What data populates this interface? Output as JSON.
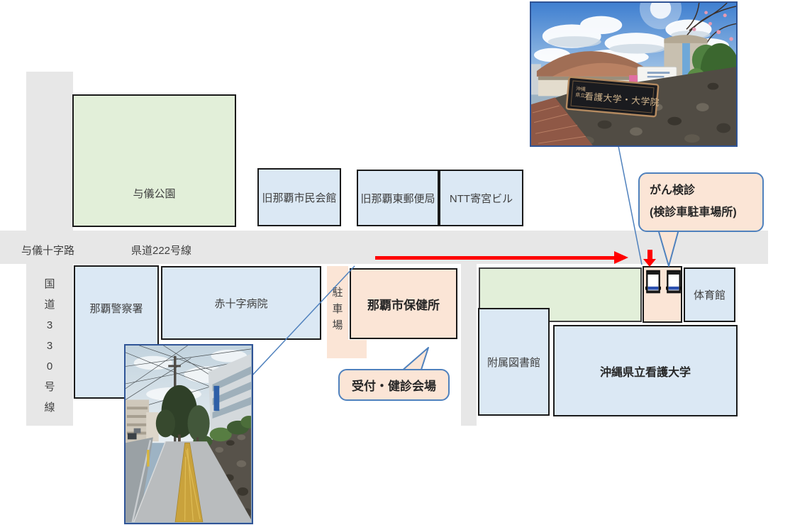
{
  "roads": {
    "route330": {
      "label": "国道330号線",
      "chars": [
        "国",
        "道",
        "3",
        "3",
        "0",
        "号",
        "線"
      ]
    },
    "intersection_label": "与儀十字路",
    "route222_label": "県道222号線"
  },
  "places": {
    "park": "与儀公園",
    "civic_hall": "旧那覇市民会館",
    "post_office": "旧那覇東郵便局",
    "ntt_building": "NTT寄宮ビル",
    "police": "那覇警察署",
    "hospital": "赤十字病院",
    "parking_label": "駐車場",
    "parking_chars": [
      "駐",
      "車",
      "場"
    ],
    "health_center": "那覇市保健所",
    "library": "附属図書館",
    "university": "沖縄県立看護大学",
    "gym": "体育館"
  },
  "callouts": {
    "cancer_line1": "がん検診",
    "cancer_line2": "(検診車駐車場所)",
    "reception": "受付・健診会場"
  },
  "campus_photo_sign": {
    "prefix_top": "沖縄",
    "prefix_bottom": "県立",
    "main": "看護大学・大学院"
  },
  "colors": {
    "road_gray": "#e7e7e7",
    "park_green": "#e2efd9",
    "building_blue": "#dbe8f4",
    "peach": "#fbe5d6",
    "box_border": "#1a1a1a",
    "callout_border": "#4f81bd",
    "arrow_red": "#ff0000",
    "photo_border": "#2f5496",
    "text_gray": "#3f3f3f"
  }
}
